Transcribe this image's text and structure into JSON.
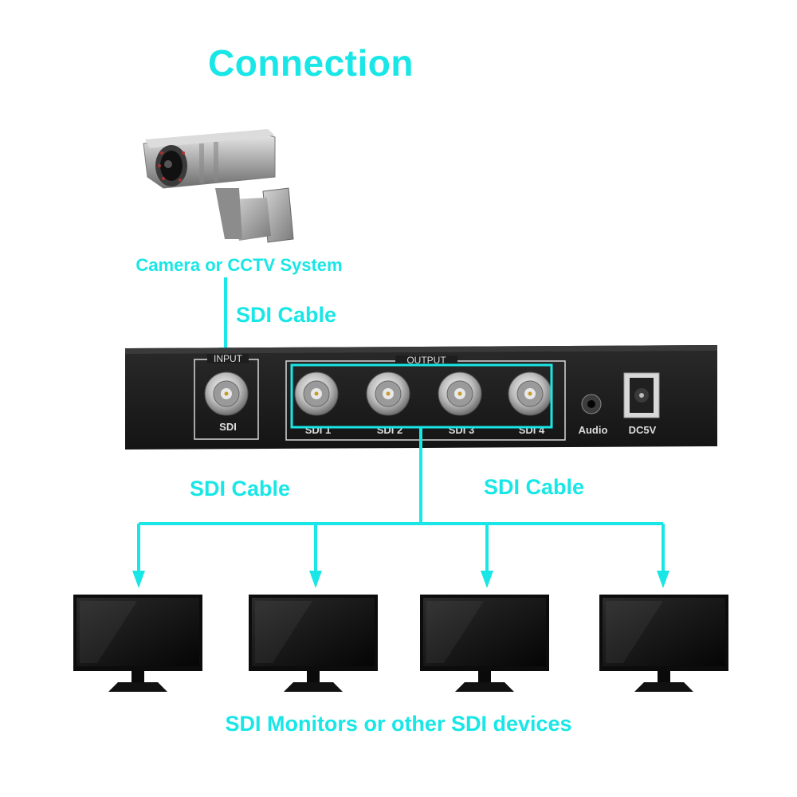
{
  "title": "Connection",
  "camera": {
    "label": "Camera or CCTV System"
  },
  "cables": {
    "input_label": "SDI Cable",
    "output_left_label": "SDI Cable",
    "output_right_label": "SDI Cable"
  },
  "device": {
    "input_group_label": "INPUT",
    "input_port_label": "SDI",
    "output_group_label": "OUTPUT",
    "output_ports": [
      "SDI 1",
      "SDI 2",
      "SDI 3",
      "SDI 4"
    ],
    "audio_label": "Audio",
    "power_label": "DC5V"
  },
  "monitors": {
    "count": 4,
    "label": "SDI Monitors or other SDI devices"
  },
  "colors": {
    "accent": "#19e6e6",
    "device_body": "#1c1c1c",
    "port_silver": "#c8c8c8"
  }
}
